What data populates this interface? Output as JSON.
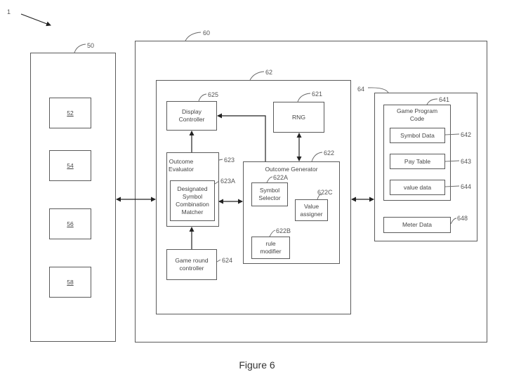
{
  "figure": {
    "caption": "Figure 6",
    "corner_ref": "1"
  },
  "system": {
    "left_unit": {
      "ref": "50",
      "items": [
        "52",
        "54",
        "56",
        "58"
      ]
    },
    "main_unit": {
      "ref": "60"
    },
    "processor": {
      "ref": "62"
    },
    "memory": {
      "ref": "64"
    }
  },
  "processor_blocks": {
    "display_controller": {
      "label": "Display\nController",
      "ref": "625"
    },
    "rng": {
      "label": "RNG",
      "ref": "621"
    },
    "outcome_evaluator": {
      "label": "Outcome\nEvaluator",
      "ref": "623"
    },
    "matcher": {
      "label": "Designated\nSymbol\nCombination\nMatcher",
      "ref": "623A"
    },
    "outcome_generator": {
      "label": "Outcome Generator",
      "ref": "622"
    },
    "symbol_selector": {
      "label": "Symbol\nSelector",
      "ref": "622A"
    },
    "value_assigner": {
      "label": "Value\nassigner",
      "ref": "622C"
    },
    "rule_modifier": {
      "label": "rule\nmodifier",
      "ref": "622B"
    },
    "game_round_controller": {
      "label": "Game round\ncontroller",
      "ref": "624"
    }
  },
  "memory_blocks": {
    "game_program_code": {
      "label": "Game Program\nCode",
      "ref": "641"
    },
    "symbol_data": {
      "label": "Symbol Data",
      "ref": "642"
    },
    "pay_table": {
      "label": "Pay Table",
      "ref": "643"
    },
    "value_data": {
      "label": "value data",
      "ref": "644"
    },
    "meter_data": {
      "label": "Meter Data",
      "ref": "648"
    }
  }
}
